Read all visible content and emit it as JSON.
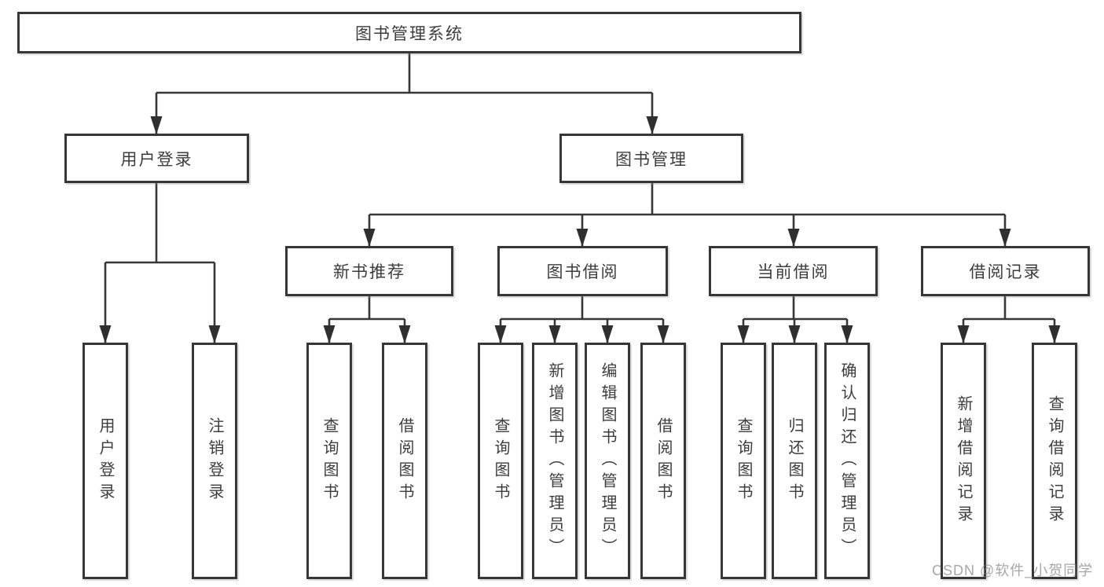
{
  "title": "图书管理系统",
  "branches": [
    {
      "label": "用户登录",
      "children": [
        "用户登录",
        "注销登录"
      ]
    },
    {
      "label": "图书管理",
      "groups": [
        {
          "label": "新书推荐",
          "children": [
            "查询图书",
            "借阅图书"
          ]
        },
        {
          "label": "图书借阅",
          "children": [
            "查询图书",
            "新增图书（管理员）",
            "编辑图书（管理员）",
            "借阅图书"
          ]
        },
        {
          "label": "当前借阅",
          "children": [
            "查询图书",
            "归还图书",
            "确认归还（管理员）"
          ]
        },
        {
          "label": "借阅记录",
          "children": [
            "新增借阅记录",
            "查询借阅记录"
          ]
        }
      ]
    }
  ],
  "watermark": "CSDN @软件_小贺同学",
  "colors": {
    "line": "#373737",
    "text": "#3d3d3d",
    "background": "#ffffff",
    "watermark": "#9a9a9a"
  }
}
